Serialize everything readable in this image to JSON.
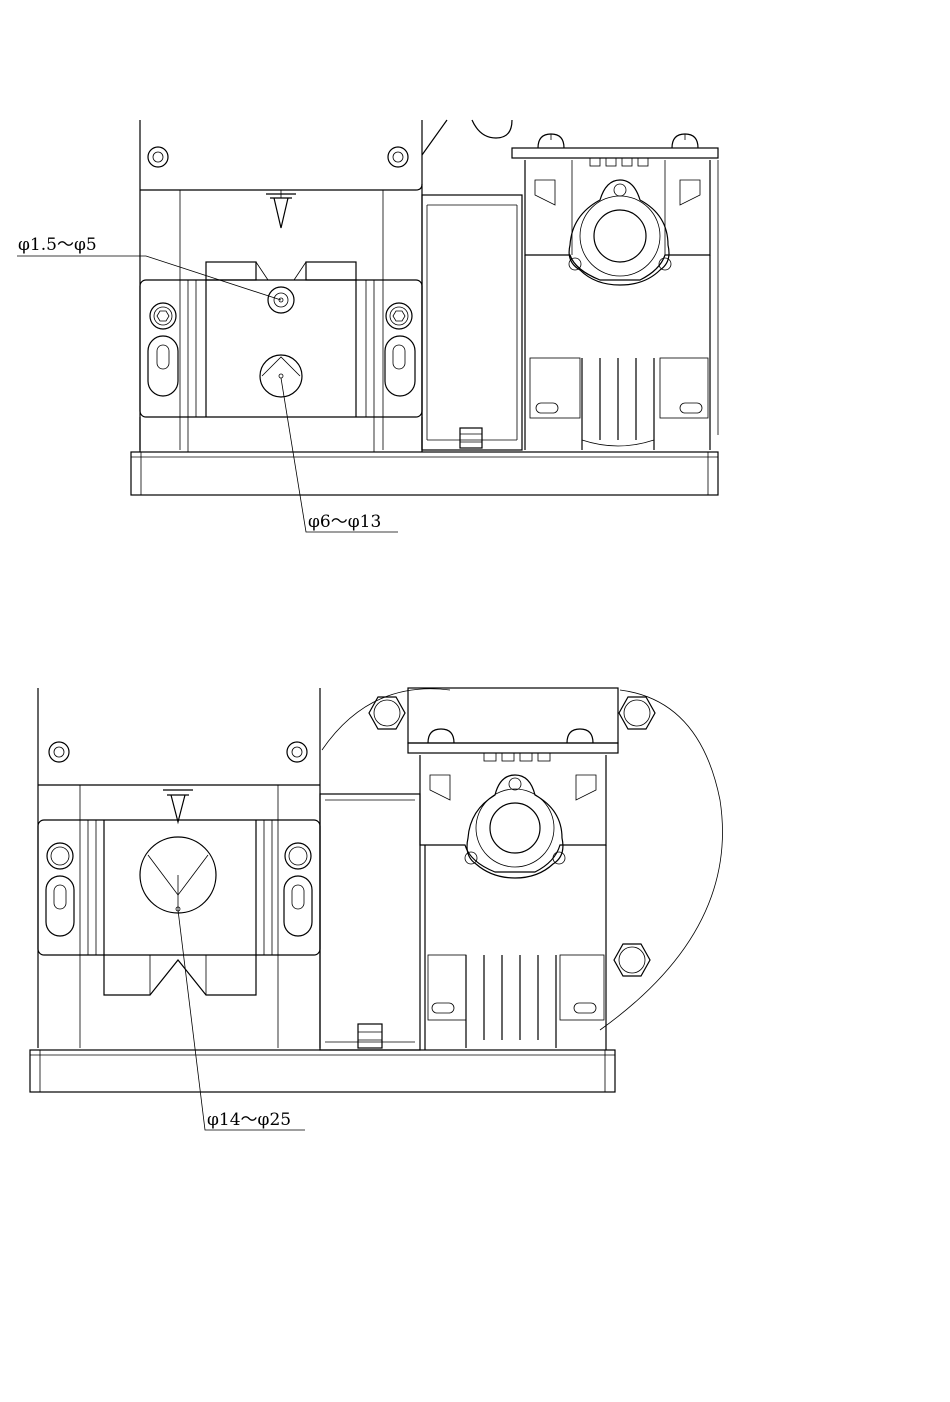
{
  "labels": {
    "top_small": "φ1.5～φ5",
    "top_medium": "φ6～φ13",
    "bottom_large": "φ14～φ25"
  },
  "colors": {
    "ink": "#000000",
    "paper": "#ffffff"
  }
}
